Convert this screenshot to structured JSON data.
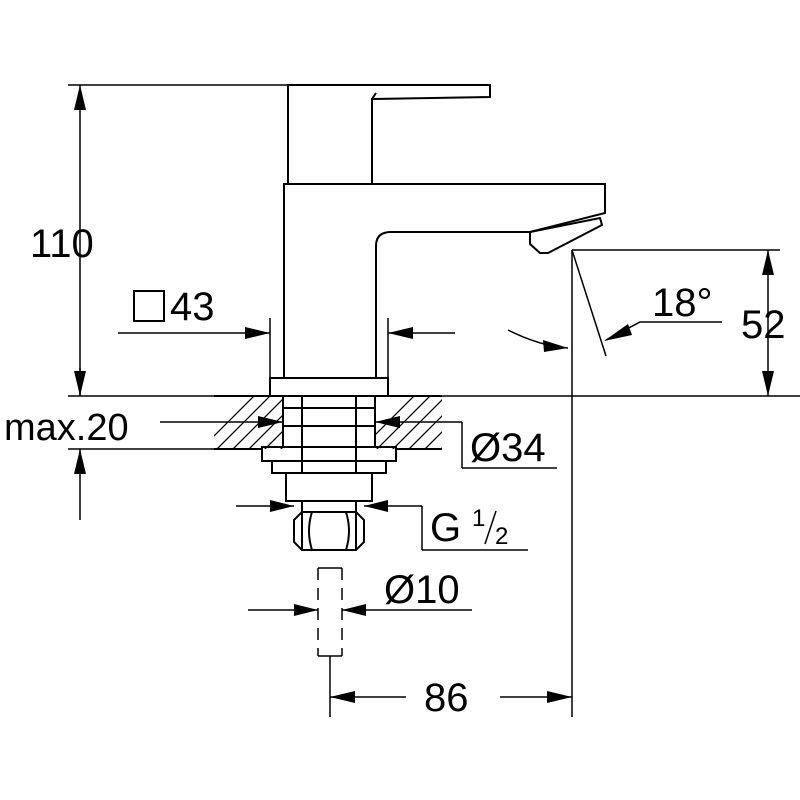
{
  "dimensions": {
    "height_total": "110",
    "square_base": "43",
    "height_outlet": "52",
    "spout_angle": "18°",
    "max_thickness": "max.20",
    "hole_diameter": "Ø34",
    "thread_main": "G",
    "thread_num": "1",
    "thread_den": "2",
    "pipe_diameter": "Ø10",
    "reach": "86"
  },
  "icons": {
    "square_symbol": "square-icon"
  }
}
